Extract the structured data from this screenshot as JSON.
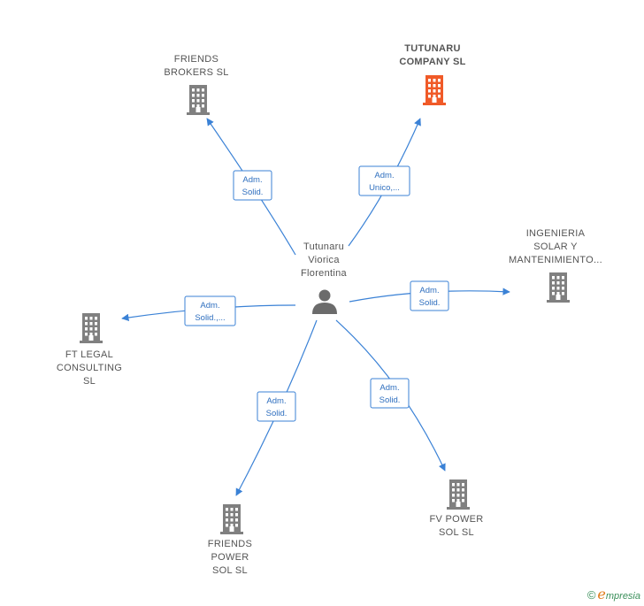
{
  "center": {
    "label_lines": [
      "Tutunaru",
      "Viorica",
      "Florentina"
    ],
    "icon": "person-icon"
  },
  "companies": [
    {
      "id": "friends-brokers",
      "label_lines": [
        "FRIENDS",
        "BROKERS  SL"
      ],
      "icon": "building-icon",
      "color": "#808080",
      "highlight": false,
      "role_lines": [
        "Adm.",
        "Solid."
      ]
    },
    {
      "id": "tutunaru-company",
      "label_lines": [
        "TUTUNARU",
        "COMPANY  SL"
      ],
      "icon": "building-icon",
      "color": "#f05a28",
      "highlight": true,
      "role_lines": [
        "Adm.",
        "Unico,..."
      ]
    },
    {
      "id": "ingenieria-solar",
      "label_lines": [
        "INGENIERIA",
        "SOLAR Y",
        "MANTENIMIENTO..."
      ],
      "icon": "building-icon",
      "color": "#808080",
      "highlight": false,
      "role_lines": [
        "Adm.",
        "Solid."
      ]
    },
    {
      "id": "ft-legal",
      "label_lines": [
        "FT LEGAL",
        "CONSULTING",
        "SL"
      ],
      "icon": "building-icon",
      "color": "#808080",
      "highlight": false,
      "role_lines": [
        "Adm.",
        "Solid.,..."
      ]
    },
    {
      "id": "friends-power",
      "label_lines": [
        "FRIENDS",
        "POWER",
        "SOL  SL"
      ],
      "icon": "building-icon",
      "color": "#808080",
      "highlight": false,
      "role_lines": [
        "Adm.",
        "Solid."
      ]
    },
    {
      "id": "fv-power",
      "label_lines": [
        "FV POWER",
        "SOL  SL"
      ],
      "icon": "building-icon",
      "color": "#808080",
      "highlight": false,
      "role_lines": [
        "Adm.",
        "Solid."
      ]
    }
  ],
  "colors": {
    "edge": "#3b82d6",
    "building_default": "#808080",
    "building_highlight": "#f05a28",
    "person": "#6b6b6b"
  },
  "footer": {
    "copyright": "©",
    "brand_initial": "e",
    "brand_rest": "mpresia"
  }
}
